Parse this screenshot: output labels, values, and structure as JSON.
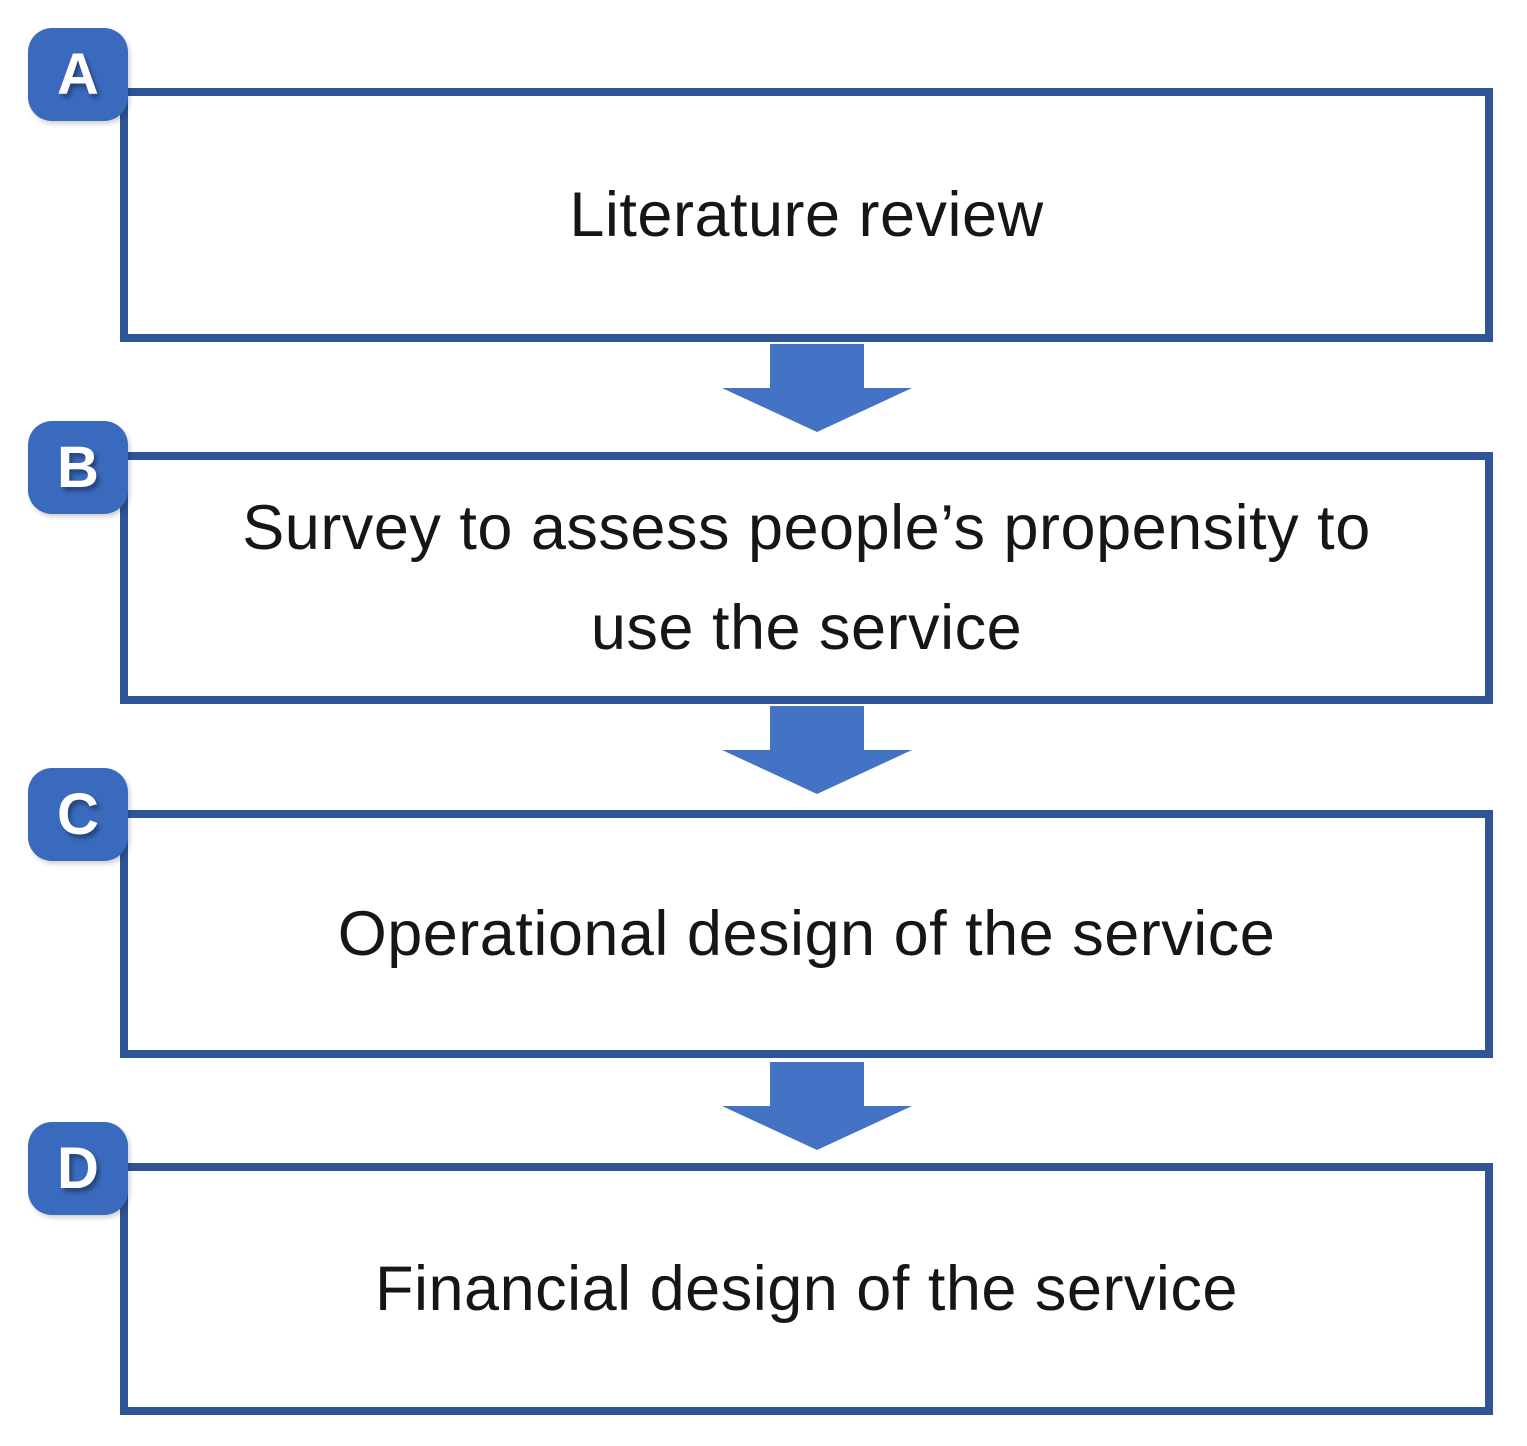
{
  "colors": {
    "badge": "#3a6abd",
    "border": "#2f5597",
    "arrow": "#4472c4",
    "text": "#161616"
  },
  "flow": {
    "steps": [
      {
        "id": "A",
        "lines": [
          "Literature review",
          ""
        ]
      },
      {
        "id": "B",
        "lines": [
          "Survey to assess people’s propensity to",
          "use the service"
        ]
      },
      {
        "id": "C",
        "lines": [
          "Operational design of the service",
          ""
        ]
      },
      {
        "id": "D",
        "lines": [
          "Financial design of the service",
          ""
        ]
      }
    ]
  }
}
